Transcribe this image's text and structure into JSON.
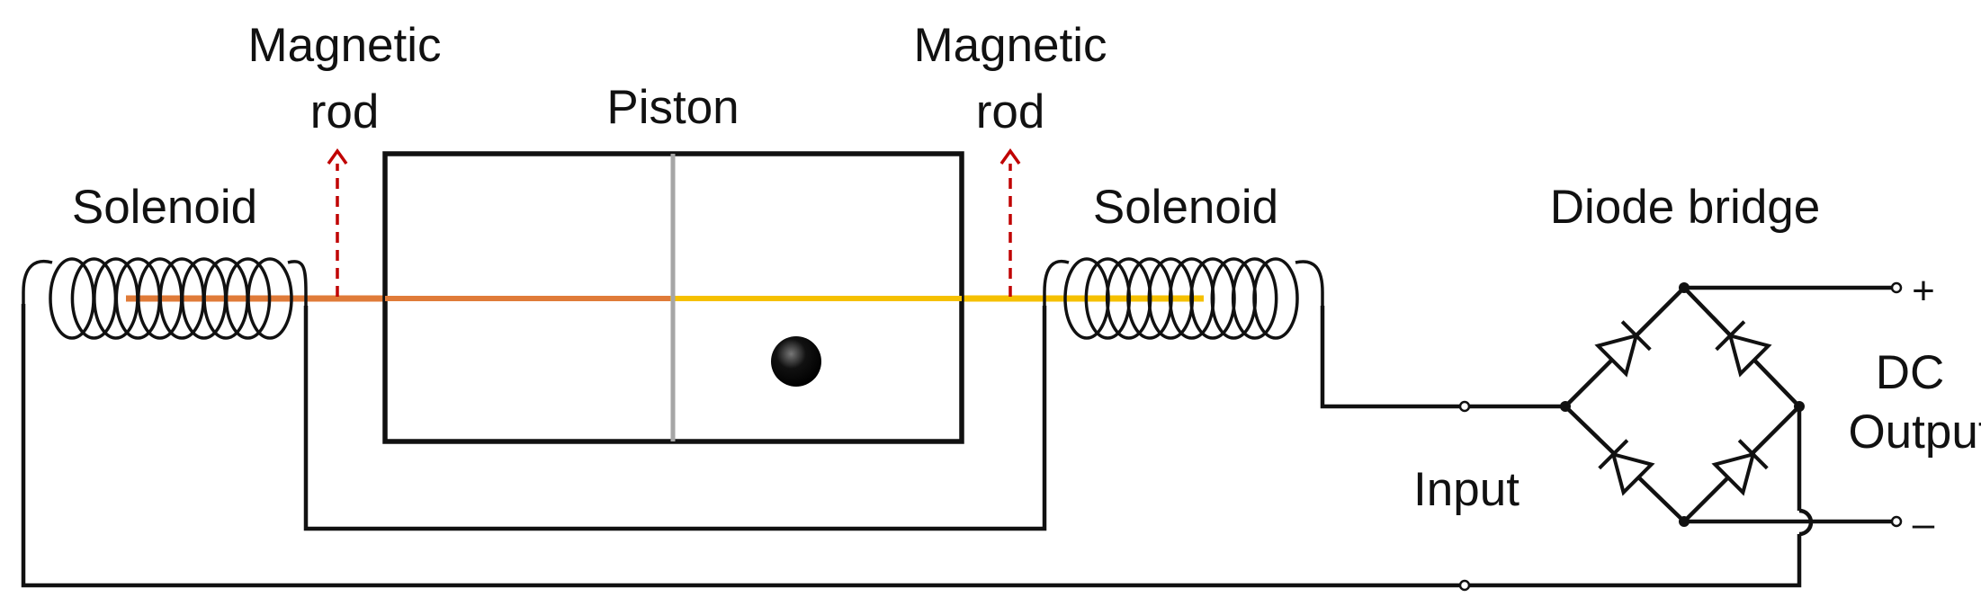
{
  "labels": {
    "magnetic_rod_left_line1": "Magnetic",
    "magnetic_rod_left_line2": "rod",
    "magnetic_rod_right_line1": "Magnetic",
    "magnetic_rod_right_line2": "rod",
    "piston": "Piston",
    "solenoid_left": "Solenoid",
    "solenoid_right": "Solenoid",
    "diode_bridge": "Diode bridge",
    "dc_output_line1": "DC",
    "dc_output_line2": "Output",
    "input": "Input",
    "plus": "+",
    "minus": "–"
  },
  "colors": {
    "rod_left": "#E07B39",
    "rod_right": "#F5C000",
    "arrow": "#C00000",
    "piston_divider": "#A6A6A6",
    "wire": "#111111"
  },
  "icons": {
    "ball": "black-ball-icon",
    "diode": "diode-icon",
    "arrow": "dashed-up-arrow-icon"
  }
}
